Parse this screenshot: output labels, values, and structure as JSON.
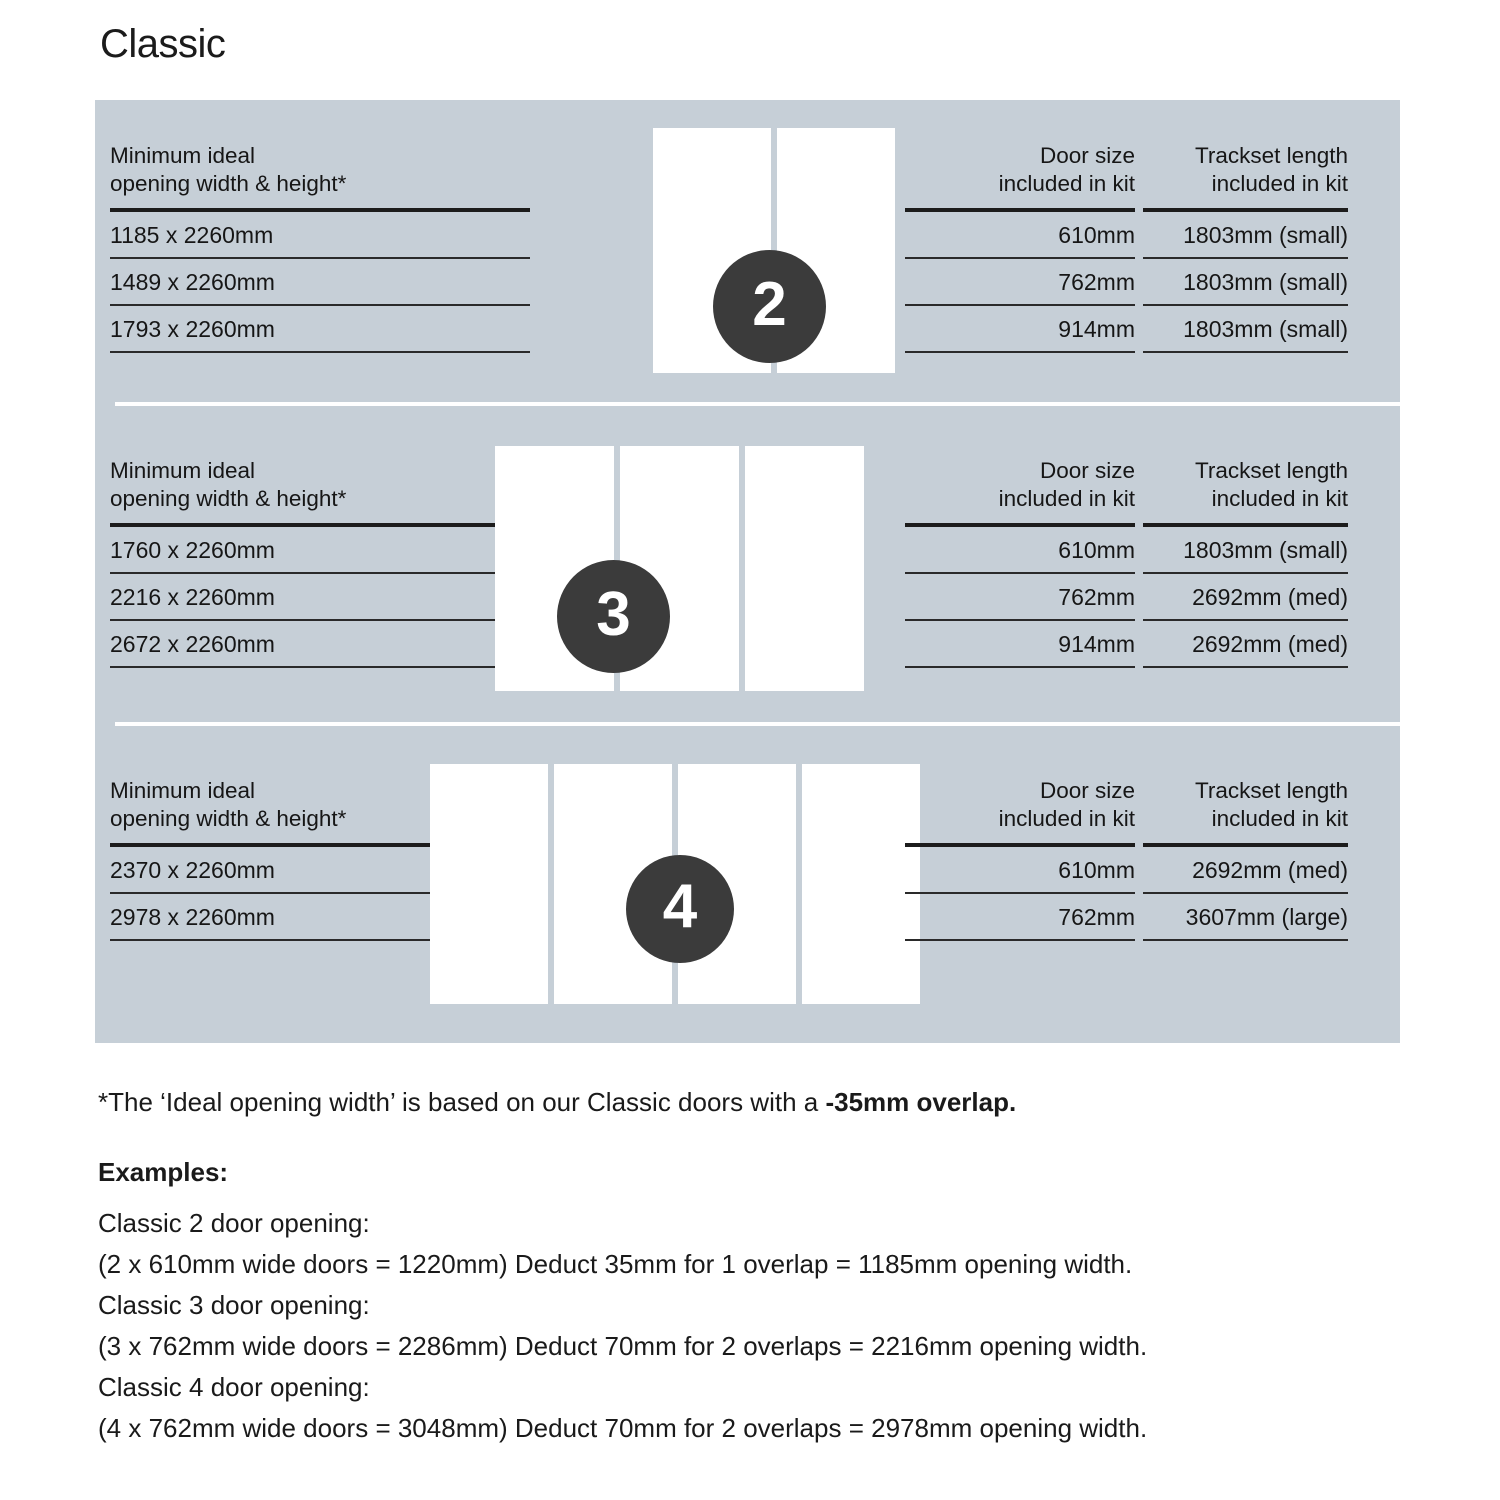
{
  "page_title": "Classic",
  "colors": {
    "panel_bg": "#c6cfd7",
    "badge_bg": "#3b3b3b",
    "door_fill": "#ffffff",
    "rule": "#2a2a2a",
    "text": "#1a1a1a"
  },
  "sections": [
    {
      "badge": "2",
      "door_count": 2,
      "left_header": "Minimum ideal\nopening width & height*",
      "door_header": "Door size\nincluded in kit",
      "track_header": "Trackset length\nincluded in kit",
      "rows": [
        {
          "opening": "1185 x 2260mm",
          "door_size": "610mm",
          "trackset": "1803mm (small)"
        },
        {
          "opening": "1489 x 2260mm",
          "door_size": "762mm",
          "trackset": "1803mm (small)"
        },
        {
          "opening": "1793 x 2260mm",
          "door_size": "914mm",
          "trackset": "1803mm (small)"
        }
      ]
    },
    {
      "badge": "3",
      "door_count": 3,
      "left_header": "Minimum ideal\nopening width & height*",
      "door_header": "Door size\nincluded in kit",
      "track_header": "Trackset length\nincluded in kit",
      "rows": [
        {
          "opening": "1760 x 2260mm",
          "door_size": "610mm",
          "trackset": "1803mm (small)"
        },
        {
          "opening": "2216 x 2260mm",
          "door_size": "762mm",
          "trackset": "2692mm (med)"
        },
        {
          "opening": "2672 x 2260mm",
          "door_size": "914mm",
          "trackset": "2692mm (med)"
        }
      ]
    },
    {
      "badge": "4",
      "door_count": 4,
      "left_header": "Minimum ideal\nopening width & height*",
      "door_header": "Door size\nincluded in kit",
      "track_header": "Trackset length\nincluded in kit",
      "rows": [
        {
          "opening": "2370 x 2260mm",
          "door_size": "610mm",
          "trackset": "2692mm (med)"
        },
        {
          "opening": "2978 x 2260mm",
          "door_size": "762mm",
          "trackset": "3607mm (large)"
        }
      ]
    }
  ],
  "footnote": {
    "prefix": "*The ‘Ideal opening width’ is based on our Classic doors with a ",
    "emphasis": "-35mm overlap."
  },
  "examples_title": "Examples:",
  "examples": [
    "Classic 2 door opening:",
    "(2 x 610mm wide doors = 1220mm)  Deduct 35mm for 1 overlap = 1185mm opening width.",
    "Classic 3 door opening:",
    "(3 x 762mm wide doors = 2286mm)  Deduct 70mm for 2 overlaps = 2216mm opening width.",
    "Classic 4 door opening:",
    "(4 x 762mm wide doors = 3048mm)  Deduct 70mm for 2 overlaps = 2978mm opening width."
  ]
}
